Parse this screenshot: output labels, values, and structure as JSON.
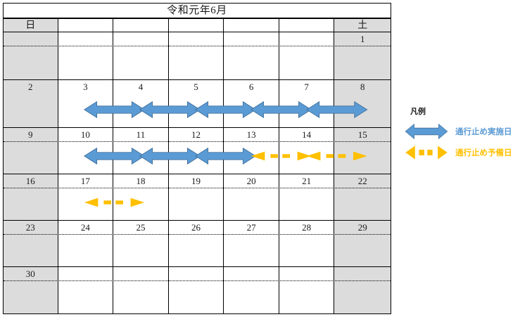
{
  "calendar": {
    "title": "令和元年6月",
    "weekday_headers": [
      "日",
      "",
      "",
      "",
      "",
      "",
      "土"
    ],
    "weeks": [
      {
        "days": [
          "",
          "",
          "",
          "",
          "",
          "",
          "1"
        ],
        "divider": true
      },
      {
        "days": [
          "2",
          "3",
          "4",
          "5",
          "6",
          "7",
          "8"
        ],
        "divider": false
      },
      {
        "days": [
          "9",
          "10",
          "11",
          "12",
          "13",
          "14",
          "15"
        ],
        "divider": true
      },
      {
        "days": [
          "16",
          "17",
          "18",
          "19",
          "20",
          "21",
          "22"
        ],
        "divider": true
      },
      {
        "days": [
          "23",
          "24",
          "25",
          "26",
          "27",
          "28",
          "29"
        ],
        "divider": true
      },
      {
        "days": [
          "30",
          "",
          "",
          "",
          "",
          "",
          ""
        ],
        "divider": true
      }
    ],
    "weekend_columns": [
      0,
      6
    ],
    "markers": [
      {
        "week": 1,
        "from_day": "3",
        "to_day": "4",
        "type": "solid",
        "label": "通行止め実施日"
      },
      {
        "week": 1,
        "from_day": "4",
        "to_day": "5",
        "type": "solid",
        "label": "通行止め実施日"
      },
      {
        "week": 1,
        "from_day": "5",
        "to_day": "6",
        "type": "solid",
        "label": "通行止め実施日"
      },
      {
        "week": 1,
        "from_day": "6",
        "to_day": "7",
        "type": "solid",
        "label": "通行止め実施日"
      },
      {
        "week": 1,
        "from_day": "7",
        "to_day": "8",
        "type": "solid",
        "label": "通行止め実施日"
      },
      {
        "week": 2,
        "from_day": "10",
        "to_day": "11",
        "type": "solid",
        "label": "通行止め実施日"
      },
      {
        "week": 2,
        "from_day": "11",
        "to_day": "12",
        "type": "solid",
        "label": "通行止め実施日"
      },
      {
        "week": 2,
        "from_day": "12",
        "to_day": "13",
        "type": "solid",
        "label": "通行止め実施日"
      },
      {
        "week": 2,
        "from_day": "13",
        "to_day": "14",
        "type": "dashed",
        "label": "通行止め予備日"
      },
      {
        "week": 2,
        "from_day": "14",
        "to_day": "15",
        "type": "dashed",
        "label": "通行止め予備日"
      },
      {
        "week": 3,
        "from_day": "17",
        "to_day": "18",
        "type": "dashed",
        "label": "通行止め予備日"
      }
    ]
  },
  "legend": {
    "title": "凡例",
    "items": [
      {
        "type": "solid",
        "label": "通行止め実施日"
      },
      {
        "type": "dashed",
        "label": "通行止め予備日"
      }
    ]
  },
  "colors": {
    "solid_arrow": "#5B9BD5",
    "solid_arrow_stroke": "#41719C",
    "dashed_arrow": "#FFC000",
    "weekend_fill": "#DCDCDC",
    "grid_line": "#000000",
    "text": "#1A1A1A"
  }
}
